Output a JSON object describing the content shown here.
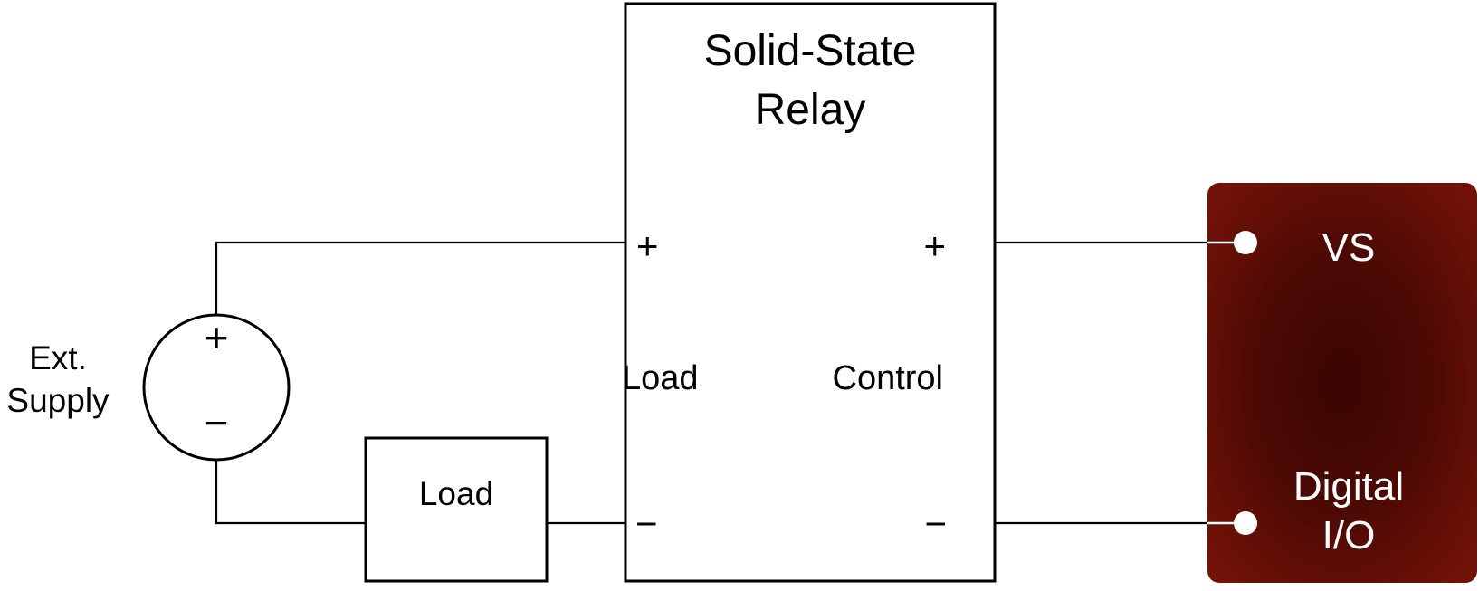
{
  "diagram": {
    "title": "Solid-State Relay wiring diagram",
    "background_color": "#ffffff",
    "line_color": "#000000"
  },
  "source": {
    "label_line1": "Ext.",
    "label_line2": "Supply",
    "plus_symbol": "+",
    "minus_symbol": "−"
  },
  "load": {
    "label": "Load"
  },
  "relay": {
    "title_line1": "Solid-State",
    "title_line2": "Relay",
    "load_side_label": "Load",
    "control_side_label": "Control",
    "load_plus": "+",
    "load_minus": "−",
    "control_plus": "+",
    "control_minus": "−"
  },
  "device": {
    "pin_top_label": "VS",
    "pin_bottom_line1": "Digital",
    "pin_bottom_line2": "I/O",
    "color_edge": "#7c1308",
    "color_center": "#3a0502",
    "pin_color": "#ffffff"
  }
}
